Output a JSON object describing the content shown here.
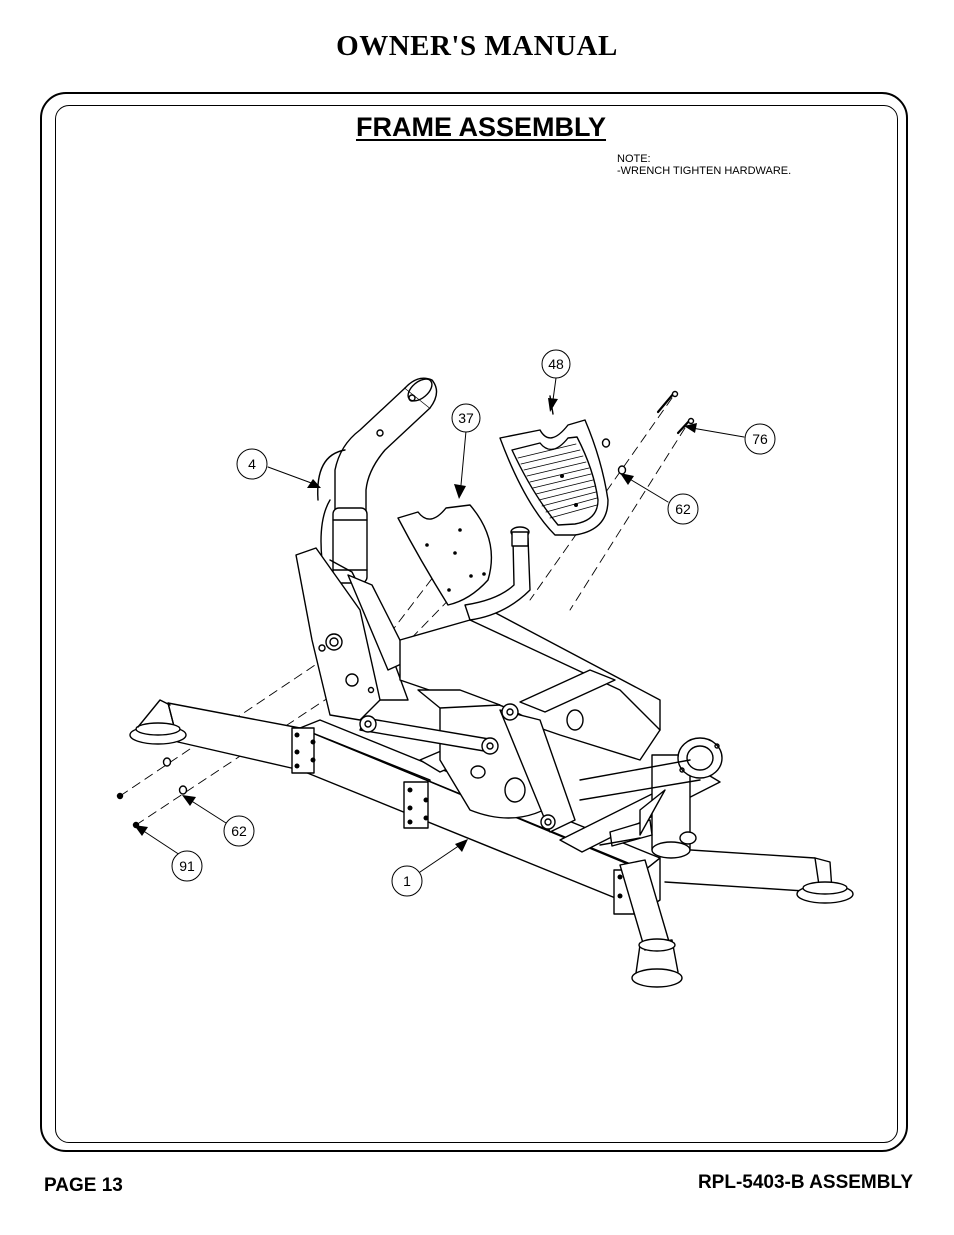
{
  "header": {
    "title": "OWNER'S MANUAL"
  },
  "section": {
    "title": "FRAME ASSEMBLY",
    "note_heading": "NOTE:",
    "note_text": "-WRENCH TIGHTEN HARDWARE."
  },
  "callouts": [
    "48",
    "37",
    "76",
    "4",
    "62",
    "62",
    "91",
    "1"
  ],
  "footer": {
    "page": "PAGE 13",
    "model": "RPL-5403-B ASSEMBLY"
  }
}
